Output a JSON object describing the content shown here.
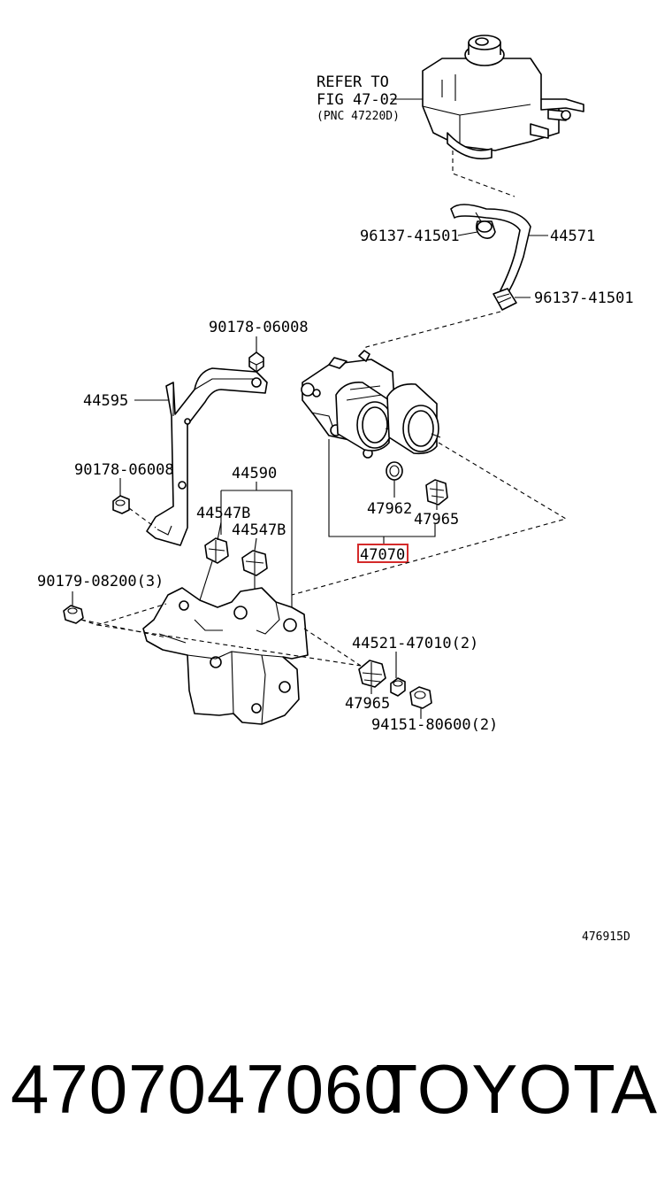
{
  "diagram": {
    "refer": {
      "line1": "REFER TO",
      "line2": "FIG 47-02",
      "line3": "(PNC 47220D)"
    },
    "labels": {
      "clip_upper": "96137-41501",
      "hose": "44571",
      "clip_lower": "96137-41501",
      "bolt_top": "90178-06008",
      "bracket_upper": "44595",
      "bolt_left": "90178-06008",
      "bracket_lower": "44590",
      "cushion_a": "44547B",
      "cushion_b": "44547B",
      "nut": "90179-08200(3)",
      "oring": "47962",
      "cushion_right": "47965",
      "assembly": "47070",
      "collar": "44521-47010(2)",
      "cushion_bottom": "47965",
      "bolt_bottom": "94151-80600(2)"
    },
    "figure_code": "476915D"
  },
  "footer": {
    "part_number": "4707047060",
    "brand": "TOYOTA"
  },
  "colors": {
    "highlight": "#d42a2a",
    "ink": "#000000"
  }
}
